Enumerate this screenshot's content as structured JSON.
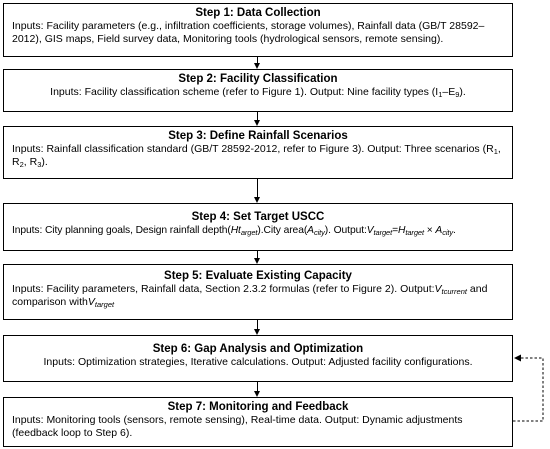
{
  "steps": [
    {
      "title": "Step 1: Data Collection",
      "text": "Inputs: Facility parameters (e.g., infiltration coefficients, storage volumes), Rainfall data (GB/T 28592–2012), GIS maps, Field survey data, Monitoring tools (hydrological sensors, remote sensing)."
    },
    {
      "title": "Step 2: Facility Classification",
      "text_a": "Inputs: Facility classification scheme (refer to Figure 1). Output: Nine facility types (I",
      "sub_a": "1",
      "text_b": "–E",
      "sub_b": "9",
      "text_c": ")."
    },
    {
      "title": "Step 3: Define Rainfall Scenarios",
      "text_a": "Inputs: Rainfall classification standard (GB/T 28592-2012, refer to Figure 3). Output: Three scenarios (R",
      "sub_a": "1",
      "text_b": ", R",
      "sub_b": "2",
      "text_c": ", R",
      "sub_c": "3",
      "text_d": ")."
    },
    {
      "title": "Step 4: Set Target USCC",
      "text_a": "Inputs: City planning goals, Design rainfall depth(",
      "var_h": "Ht",
      "sub_h": "arget",
      "text_b": ").City area(",
      "var_a": "A",
      "sub_a": "city",
      "text_c": "). Output:",
      "var_v": "V",
      "sub_v": "target",
      "eq": "=",
      "var_h2": "H",
      "sub_h2": "target",
      "times": " × ",
      "var_a2": "A",
      "sub_a2": "city",
      "end": "."
    },
    {
      "title": "Step 5: Evaluate Existing Capacity",
      "text_a": "Inputs: Facility parameters, Rainfall data, Section 2.3.2 formulas (refer to Figure 2). Output:",
      "var_v": "V",
      "sub_v": "tcurrent",
      "text_b": " and comparison with",
      "var_v2": "V",
      "sub_v2": "target"
    },
    {
      "title": "Step 6: Gap Analysis and Optimization",
      "text": "Inputs: Optimization strategies, Iterative calculations. Output: Adjusted facility configurations."
    },
    {
      "title": "Step 7: Monitoring and Feedback",
      "text": "Inputs: Monitoring tools (sensors, remote sensing), Real-time data. Output: Dynamic adjustments (feedback loop to Step 6)."
    }
  ]
}
